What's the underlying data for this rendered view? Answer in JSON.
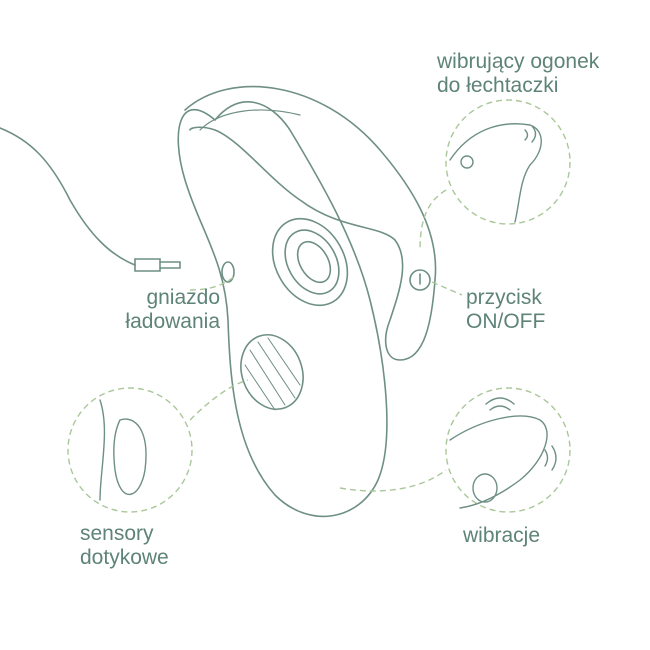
{
  "labels": {
    "tail": [
      "wibrujący ogonek",
      "do łechtaczki"
    ],
    "button": [
      "przycisk",
      "ON/OFF"
    ],
    "charging": [
      "gniazdo",
      "ładowania"
    ],
    "sensors": [
      "sensory",
      "dotykowe"
    ],
    "vibrations": "wibracje"
  },
  "colors": {
    "text": "#5e8378",
    "line": "#6e8f84",
    "dash": "#a9c79a"
  }
}
